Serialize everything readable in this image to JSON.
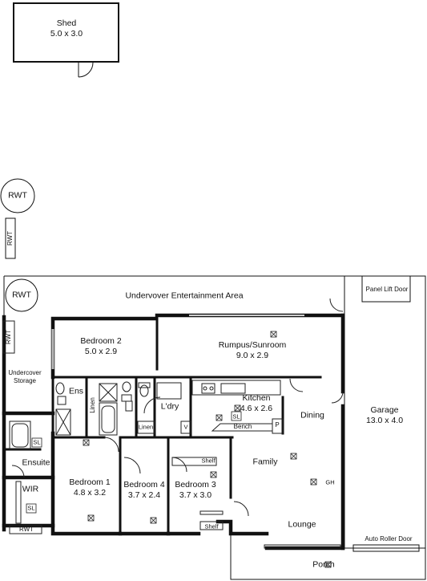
{
  "rooms": {
    "shed": {
      "name": "Shed",
      "size": "5.0 x 3.0"
    },
    "undercover_entertainment": {
      "name": "Undervover Entertainment Area"
    },
    "bedroom2": {
      "name": "Bedroom 2",
      "size": "5.0 x 2.9"
    },
    "rumpus": {
      "name": "Rumpus/Sunroom",
      "size": "9.0 x 2.9"
    },
    "undercover_storage": {
      "name": "Undercover\nStorage"
    },
    "ens": {
      "name": "Ens"
    },
    "linen1": {
      "name": "Linen"
    },
    "laundry": {
      "name": "L'dry"
    },
    "linen2": {
      "name": "Linen"
    },
    "v": {
      "name": "V"
    },
    "kitchen": {
      "name": "Kitchen",
      "size": "4.6 x 2.6"
    },
    "bench": {
      "name": "Bench"
    },
    "pantry": {
      "name": "P"
    },
    "dining": {
      "name": "Dining"
    },
    "garage": {
      "name": "Garage",
      "size": "13.0 x 4.0"
    },
    "panel_lift_door": {
      "name": "Panel Lift Door"
    },
    "ensuite": {
      "name": "Ensuite"
    },
    "wir": {
      "name": "WIR"
    },
    "bedroom1": {
      "name": "Bedroom 1",
      "size": "4.8 x 3.2"
    },
    "bedroom4": {
      "name": "Bedroom 4",
      "size": "3.7 x 2.4"
    },
    "bedroom3": {
      "name": "Bedroom 3",
      "size": "3.7 x 3.0"
    },
    "shelf_top": {
      "name": "Shelf"
    },
    "shelf_bottom": {
      "name": "Shelf"
    },
    "family": {
      "name": "Family"
    },
    "lounge": {
      "name": "Lounge"
    },
    "porch": {
      "name": "Porch"
    },
    "auto_roller_door": {
      "name": "Auto Roller Door"
    }
  },
  "fixtures": {
    "rwt_circle_yard": "RWT",
    "rwt_tank_yard": "RWT",
    "rwt_circle_entertainment": "RWT",
    "rwt_storage": "RWT",
    "rwt_bottom": "RWT",
    "sl_kitchen": "SL",
    "sl_ensuite": "SL",
    "sl_wir": "SL",
    "gh": "GH"
  },
  "colors": {
    "wall": "#111111",
    "line": "#222222",
    "background": "#ffffff"
  }
}
